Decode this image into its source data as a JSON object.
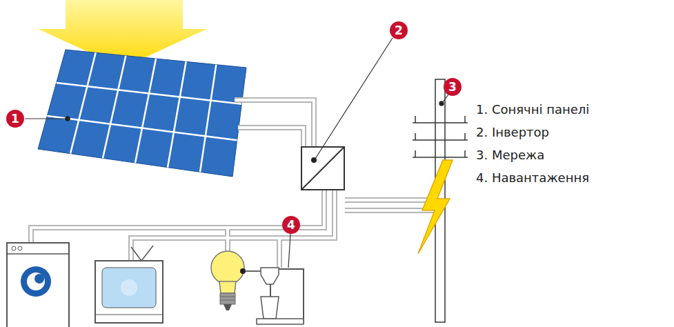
{
  "diagram": {
    "labels": [
      "1",
      "2",
      "3",
      "4",
      "1. Сонячні панелі",
      "2. Інвертор",
      "3. Мережа",
      "4. Навантаження"
    ]
  }
}
